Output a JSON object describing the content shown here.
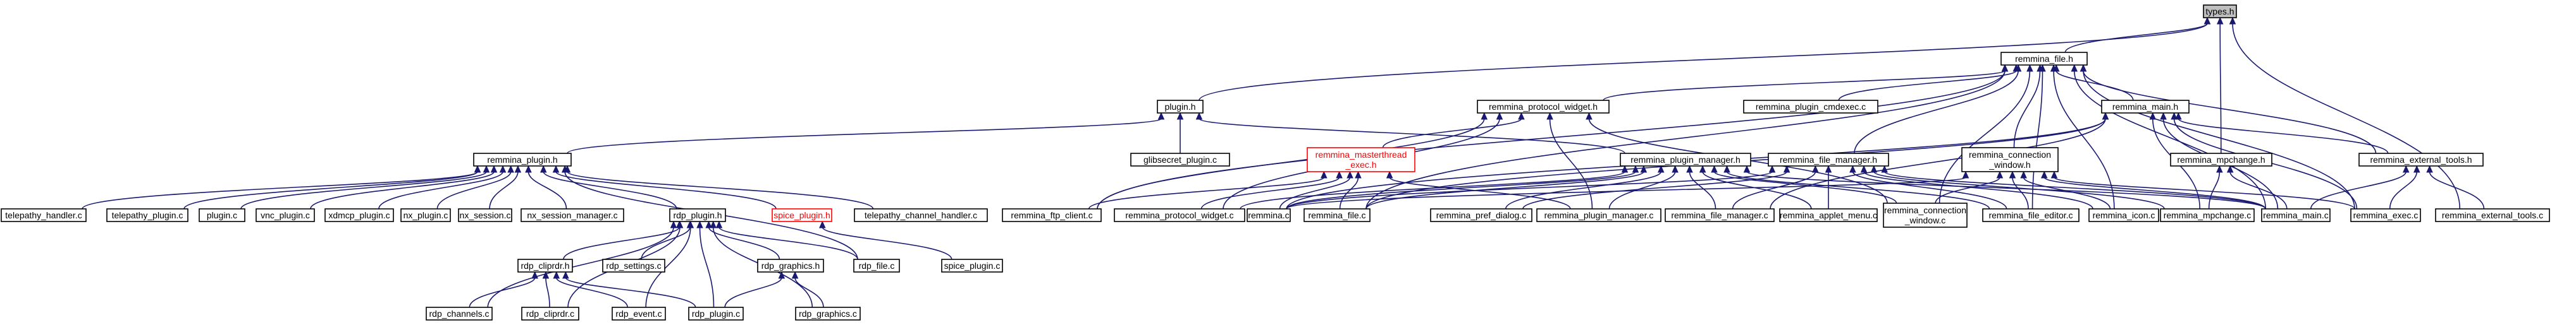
{
  "graph": {
    "colors": {
      "edge": "#191970",
      "node_border": "#000000",
      "root_fill": "#bfbfbf",
      "missing_border": "#ff0000"
    },
    "nodes": [
      {
        "id": "types_h",
        "label": "types.h",
        "kind": "root"
      },
      {
        "id": "remmina_file_h",
        "label": "remmina_file.h"
      },
      {
        "id": "plugin_h",
        "label": "plugin.h"
      },
      {
        "id": "remmina_protocol_widget_h",
        "label": "remmina_protocol_widget.h"
      },
      {
        "id": "remmina_plugin_cmdexec_c",
        "label": "remmina_plugin_cmdexec.c"
      },
      {
        "id": "remmina_main_h",
        "label": "remmina_main.h"
      },
      {
        "id": "remmina_plugin_h",
        "label": "remmina_plugin.h"
      },
      {
        "id": "glibsecret_plugin_c",
        "label": "glibsecret_plugin.c"
      },
      {
        "id": "remmina_masterthread_exec_h",
        "lines": [
          "remmina_masterthread",
          "_exec.h"
        ],
        "kind": "red"
      },
      {
        "id": "remmina_plugin_manager_h",
        "label": "remmina_plugin_manager.h"
      },
      {
        "id": "remmina_file_manager_h",
        "label": "remmina_file_manager.h"
      },
      {
        "id": "remmina_connection_window_h",
        "lines": [
          "remmina_connection",
          "_window.h"
        ]
      },
      {
        "id": "remmina_mpchange_h",
        "label": "remmina_mpchange.h"
      },
      {
        "id": "remmina_external_tools_h",
        "label": "remmina_external_tools.h"
      },
      {
        "id": "telepathy_handler_c",
        "label": "telepathy_handler.c"
      },
      {
        "id": "telepathy_plugin_c",
        "label": "telepathy_plugin.c"
      },
      {
        "id": "plugin_c",
        "label": "plugin.c"
      },
      {
        "id": "vnc_plugin_c",
        "label": "vnc_plugin.c"
      },
      {
        "id": "xdmcp_plugin_c",
        "label": "xdmcp_plugin.c"
      },
      {
        "id": "nx_plugin_c",
        "label": "nx_plugin.c"
      },
      {
        "id": "nx_session_c",
        "label": "nx_session.c"
      },
      {
        "id": "nx_session_manager_c",
        "label": "nx_session_manager.c"
      },
      {
        "id": "rdp_plugin_h",
        "label": "rdp_plugin.h"
      },
      {
        "id": "spice_plugin_h",
        "label": "spice_plugin.h",
        "kind": "red"
      },
      {
        "id": "telepathy_channel_handler_c",
        "label": "telepathy_channel_handler.c"
      },
      {
        "id": "remmina_ftp_client_c",
        "label": "remmina_ftp_client.c"
      },
      {
        "id": "remmina_protocol_widget_c",
        "label": "remmina_protocol_widget.c"
      },
      {
        "id": "remmina_c",
        "label": "remmina.c"
      },
      {
        "id": "remmina_file_c",
        "label": "remmina_file.c"
      },
      {
        "id": "remmina_pref_dialog_c",
        "label": "remmina_pref_dialog.c"
      },
      {
        "id": "remmina_plugin_manager_c",
        "label": "remmina_plugin_manager.c"
      },
      {
        "id": "remmina_file_manager_c",
        "label": "remmina_file_manager.c"
      },
      {
        "id": "remmina_applet_menu_c",
        "label": "remmina_applet_menu.c"
      },
      {
        "id": "remmina_connection_window_c",
        "lines": [
          "remmina_connection",
          "_window.c"
        ]
      },
      {
        "id": "remmina_file_editor_c",
        "label": "remmina_file_editor.c"
      },
      {
        "id": "remmina_icon_c",
        "label": "remmina_icon.c"
      },
      {
        "id": "remmina_mpchange_c",
        "label": "remmina_mpchange.c"
      },
      {
        "id": "remmina_main_c",
        "label": "remmina_main.c"
      },
      {
        "id": "remmina_exec_c",
        "label": "remmina_exec.c"
      },
      {
        "id": "remmina_external_tools_c",
        "label": "remmina_external_tools.c"
      },
      {
        "id": "rdp_cliprdr_h",
        "label": "rdp_cliprdr.h"
      },
      {
        "id": "rdp_settings_c",
        "label": "rdp_settings.c"
      },
      {
        "id": "rdp_graphics_h",
        "label": "rdp_graphics.h"
      },
      {
        "id": "rdp_file_c",
        "label": "rdp_file.c"
      },
      {
        "id": "spice_plugin_c",
        "label": "spice_plugin.c"
      },
      {
        "id": "rdp_channels_c",
        "label": "rdp_channels.c"
      },
      {
        "id": "rdp_cliprdr_c",
        "label": "rdp_cliprdr.c"
      },
      {
        "id": "rdp_event_c",
        "label": "rdp_event.c"
      },
      {
        "id": "rdp_plugin_c",
        "label": "rdp_plugin.c"
      },
      {
        "id": "rdp_graphics_c",
        "label": "rdp_graphics.c"
      }
    ],
    "edges": [
      [
        "remmina_file_h",
        "types_h"
      ],
      [
        "plugin_h",
        "types_h"
      ],
      [
        "remmina_mpchange_h",
        "types_h"
      ],
      [
        "remmina_external_tools_c",
        "types_h"
      ],
      [
        "remmina_protocol_widget_h",
        "remmina_file_h"
      ],
      [
        "remmina_plugin_cmdexec_c",
        "remmina_file_h"
      ],
      [
        "remmina_main_h",
        "remmina_file_h"
      ],
      [
        "remmina_file_manager_h",
        "remmina_file_h"
      ],
      [
        "remmina_connection_window_h",
        "remmina_file_h"
      ],
      [
        "remmina_external_tools_h",
        "remmina_file_h"
      ],
      [
        "remmina_ftp_client_c",
        "remmina_file_h"
      ],
      [
        "remmina_file_c",
        "remmina_file_h"
      ],
      [
        "remmina_connection_window_c",
        "remmina_file_h"
      ],
      [
        "remmina_file_editor_c",
        "remmina_file_h"
      ],
      [
        "remmina_icon_c",
        "remmina_file_h"
      ],
      [
        "remmina_main_c",
        "remmina_file_h"
      ],
      [
        "remmina_exec_c",
        "remmina_file_h"
      ],
      [
        "remmina_plugin_h",
        "plugin_h"
      ],
      [
        "glibsecret_plugin_c",
        "plugin_h"
      ],
      [
        "remmina_plugin_manager_h",
        "plugin_h"
      ],
      [
        "remmina_masterthread_exec_h",
        "remmina_protocol_widget_h"
      ],
      [
        "remmina_protocol_widget_c",
        "remmina_protocol_widget_h"
      ],
      [
        "remmina_plugin_manager_c",
        "remmina_protocol_widget_h"
      ],
      [
        "remmina_connection_window_c",
        "remmina_protocol_widget_h"
      ],
      [
        "remmina_ftp_client_c",
        "remmina_protocol_widget_h"
      ],
      [
        "remmina_c",
        "remmina_main_h"
      ],
      [
        "remmina_file_manager_c",
        "remmina_main_h"
      ],
      [
        "remmina_mpchange_c",
        "remmina_main_h"
      ],
      [
        "remmina_main_c",
        "remmina_main_h"
      ],
      [
        "remmina_exec_c",
        "remmina_main_h"
      ],
      [
        "remmina_external_tools_h",
        "remmina_main_h"
      ],
      [
        "remmina_file_c",
        "remmina_main_h"
      ],
      [
        "telepathy_handler_c",
        "remmina_plugin_h"
      ],
      [
        "telepathy_plugin_c",
        "remmina_plugin_h"
      ],
      [
        "plugin_c",
        "remmina_plugin_h"
      ],
      [
        "vnc_plugin_c",
        "remmina_plugin_h"
      ],
      [
        "xdmcp_plugin_c",
        "remmina_plugin_h"
      ],
      [
        "nx_plugin_c",
        "remmina_plugin_h"
      ],
      [
        "nx_session_c",
        "remmina_plugin_h"
      ],
      [
        "nx_session_manager_c",
        "remmina_plugin_h"
      ],
      [
        "rdp_plugin_h",
        "remmina_plugin_h"
      ],
      [
        "spice_plugin_h",
        "remmina_plugin_h"
      ],
      [
        "telepathy_channel_handler_c",
        "remmina_plugin_h"
      ],
      [
        "rdp_file_c",
        "remmina_plugin_h"
      ],
      [
        "remmina_ftp_client_c",
        "remmina_masterthread_exec_h"
      ],
      [
        "remmina_protocol_widget_c",
        "remmina_masterthread_exec_h"
      ],
      [
        "remmina_c",
        "remmina_masterthread_exec_h"
      ],
      [
        "remmina_file_c",
        "remmina_masterthread_exec_h"
      ],
      [
        "remmina_plugin_manager_c",
        "remmina_masterthread_exec_h"
      ],
      [
        "remmina_c",
        "remmina_plugin_manager_h"
      ],
      [
        "remmina_pref_dialog_c",
        "remmina_plugin_manager_h"
      ],
      [
        "remmina_plugin_manager_c",
        "remmina_plugin_manager_h"
      ],
      [
        "remmina_file_manager_c",
        "remmina_plugin_manager_h"
      ],
      [
        "remmina_applet_menu_c",
        "remmina_plugin_manager_h"
      ],
      [
        "remmina_file_c",
        "remmina_plugin_manager_h"
      ],
      [
        "remmina_file_editor_c",
        "remmina_plugin_manager_h"
      ],
      [
        "remmina_main_c",
        "remmina_plugin_manager_h"
      ],
      [
        "remmina_protocol_widget_c",
        "remmina_plugin_manager_h"
      ],
      [
        "remmina_connection_window_c",
        "remmina_plugin_manager_h"
      ],
      [
        "remmina_c",
        "remmina_file_manager_h"
      ],
      [
        "remmina_file_manager_c",
        "remmina_file_manager_h"
      ],
      [
        "remmina_applet_menu_c",
        "remmina_file_manager_h"
      ],
      [
        "remmina_file_editor_c",
        "remmina_file_manager_h"
      ],
      [
        "remmina_main_c",
        "remmina_file_manager_h"
      ],
      [
        "remmina_mpchange_c",
        "remmina_file_manager_h"
      ],
      [
        "remmina_icon_c",
        "remmina_file_manager_h"
      ],
      [
        "remmina_pref_dialog_c",
        "remmina_file_manager_h"
      ],
      [
        "remmina_connection_window_c",
        "remmina_connection_window_h"
      ],
      [
        "remmina_c",
        "remmina_connection_window_h"
      ],
      [
        "remmina_file_editor_c",
        "remmina_connection_window_h"
      ],
      [
        "remmina_main_c",
        "remmina_connection_window_h"
      ],
      [
        "remmina_exec_c",
        "remmina_connection_window_h"
      ],
      [
        "remmina_icon_c",
        "remmina_connection_window_h"
      ],
      [
        "remmina_mpchange_c",
        "remmina_mpchange_h"
      ],
      [
        "remmina_main_c",
        "remmina_mpchange_h"
      ],
      [
        "remmina_exec_c",
        "remmina_external_tools_h"
      ],
      [
        "remmina_main_c",
        "remmina_external_tools_h"
      ],
      [
        "remmina_external_tools_c",
        "remmina_external_tools_h"
      ],
      [
        "rdp_cliprdr_h",
        "rdp_plugin_h"
      ],
      [
        "rdp_settings_c",
        "rdp_plugin_h"
      ],
      [
        "rdp_graphics_h",
        "rdp_plugin_h"
      ],
      [
        "rdp_file_c",
        "rdp_plugin_h"
      ],
      [
        "rdp_channels_c",
        "rdp_plugin_h"
      ],
      [
        "rdp_cliprdr_c",
        "rdp_plugin_h"
      ],
      [
        "rdp_event_c",
        "rdp_plugin_h"
      ],
      [
        "rdp_plugin_c",
        "rdp_plugin_h"
      ],
      [
        "rdp_graphics_c",
        "rdp_plugin_h"
      ],
      [
        "rdp_channels_c",
        "rdp_cliprdr_h"
      ],
      [
        "rdp_cliprdr_c",
        "rdp_cliprdr_h"
      ],
      [
        "rdp_event_c",
        "rdp_cliprdr_h"
      ],
      [
        "rdp_plugin_c",
        "rdp_cliprdr_h"
      ],
      [
        "rdp_plugin_c",
        "rdp_graphics_h"
      ],
      [
        "rdp_graphics_c",
        "rdp_graphics_h"
      ],
      [
        "spice_plugin_c",
        "spice_plugin_h"
      ]
    ]
  }
}
